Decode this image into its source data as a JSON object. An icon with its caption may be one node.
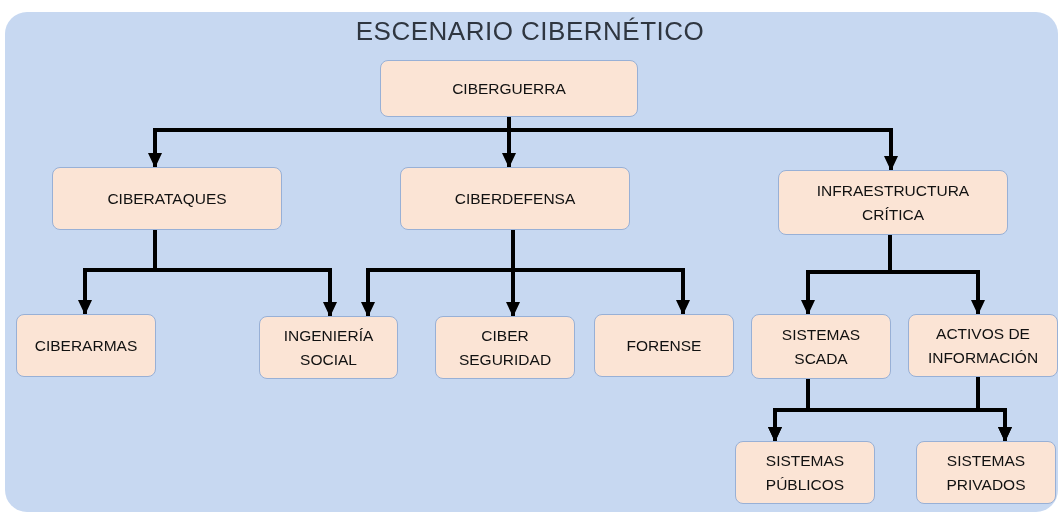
{
  "diagram": {
    "title": "ESCENARIO CIBERNÉTICO",
    "nodes": [
      {
        "text": [
          "CIBERGUERRA"
        ]
      },
      {
        "text": [
          "CIBERATAQUES"
        ]
      },
      {
        "text": [
          "CIBERDEFENSA"
        ]
      },
      {
        "text": [
          "INFRAESTRUCTURA CRÍTICA"
        ]
      },
      {
        "text": [
          "CIBERARMAS"
        ]
      },
      {
        "text": [
          "INGENIERÍA SOCIAL"
        ]
      },
      {
        "text": [
          "CIBER SEGURIDAD"
        ]
      },
      {
        "text": [
          "FORENSE"
        ]
      },
      {
        "text": [
          "SISTEMAS SCADA"
        ]
      },
      {
        "text": [
          "ACTIVOS DE INFORMACIÓN"
        ]
      },
      {
        "text": [
          "SISTEMAS PÚBLICOS"
        ]
      },
      {
        "text": [
          "SISTEMAS PRIVADOS"
        ]
      }
    ],
    "edges": [
      {
        "from": 0,
        "to": 1,
        "arrow": "to"
      },
      {
        "from": 0,
        "to": 2,
        "arrow": "to"
      },
      {
        "from": 0,
        "to": 3,
        "arrow": "to"
      },
      {
        "from": 1,
        "to": 4,
        "arrow": "to"
      },
      {
        "from": 1,
        "to": 5,
        "arrow": "to"
      },
      {
        "from": 2,
        "to": 5,
        "arrow": "to"
      },
      {
        "from": 2,
        "to": 6,
        "arrow": "to"
      },
      {
        "from": 2,
        "to": 7,
        "arrow": "to"
      },
      {
        "from": 3,
        "to": 8,
        "arrow": "to"
      },
      {
        "from": 3,
        "to": 9,
        "arrow": "to"
      },
      {
        "from": 8,
        "to": 10,
        "arrow": "to"
      },
      {
        "from": 8,
        "to": 11,
        "arrow": "to"
      },
      {
        "from": 9,
        "to": 10,
        "arrow": "to"
      },
      {
        "from": 9,
        "to": 11,
        "arrow": "to"
      }
    ]
  }
}
